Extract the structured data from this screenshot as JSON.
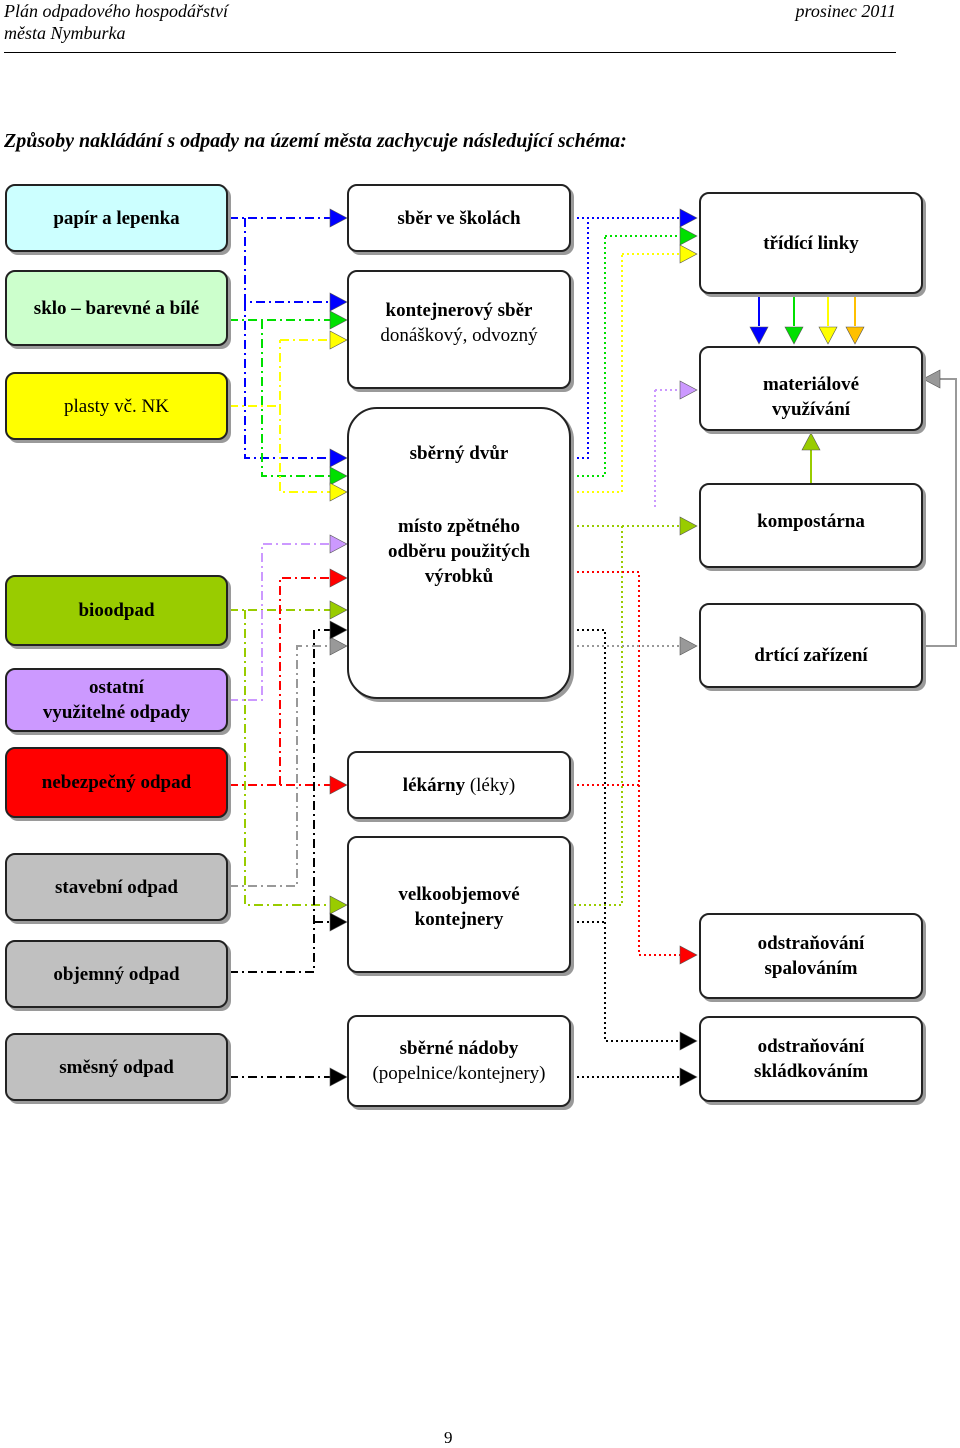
{
  "header": {
    "title_line1": "Plán odpadového hospodářství",
    "title_line2": "města Nymburka",
    "date": "prosinec 2011"
  },
  "intro": "Způsoby nakládání s odpady na území města zachycuje následující schéma:",
  "waste_types": {
    "papir": "papír a lepenka",
    "sklo": "sklo – barevné a bílé",
    "plasty": "plasty vč. NK",
    "bioodpad": "bioodpad",
    "ostatni_1": "ostatní",
    "ostatni_2": "využitelné odpady",
    "nebezpecny": "nebezpečný odpad",
    "stavebni": "stavební odpad",
    "objemny": "objemný odpad",
    "smesny": "směsný odpad"
  },
  "collection": {
    "skoly": "sběr ve školách",
    "kontejnerovy_1": "kontejnerový sběr",
    "kontejnerovy_2": "donáškový, odvozný",
    "dvur": "sběrný dvůr",
    "zpetny_1": "místo zpětného",
    "zpetny_2": "odběru použitých",
    "zpetny_3": "výrobků",
    "lekarny_bold": "lékárny",
    "lekarny_rest": " (léky)",
    "velkoobjemove_1": "velkoobjemové",
    "velkoobjemove_2": "kontejnery",
    "nadoby_1": "sběrné nádoby",
    "nadoby_2": "(popelnice/kontejnery)"
  },
  "treatment": {
    "tridici": "třídící linky",
    "materialove_1": "materiálové",
    "materialove_2": "využívání",
    "kompostarna": "kompostárna",
    "drtici": "drtící zařízení",
    "spalovani_1": "odstraňování",
    "spalovani_2": "spalováním",
    "skladkovani_1": "odstraňování",
    "skladkovani_2": "skládkováním"
  },
  "colors": {
    "papir": "#0000ff",
    "sklo": "#00e000",
    "plasty": "#ffff00",
    "bioodpad": "#99cc00",
    "ostatni": "#cc99ff",
    "nebezpecny": "#ff0000",
    "stavebni": "#999999",
    "objemny": "#000000",
    "smesny": "#000000",
    "papir_box": "#ccffff",
    "sklo_box": "#ccffcc",
    "orange": "#ffc000"
  },
  "page_number": "9"
}
